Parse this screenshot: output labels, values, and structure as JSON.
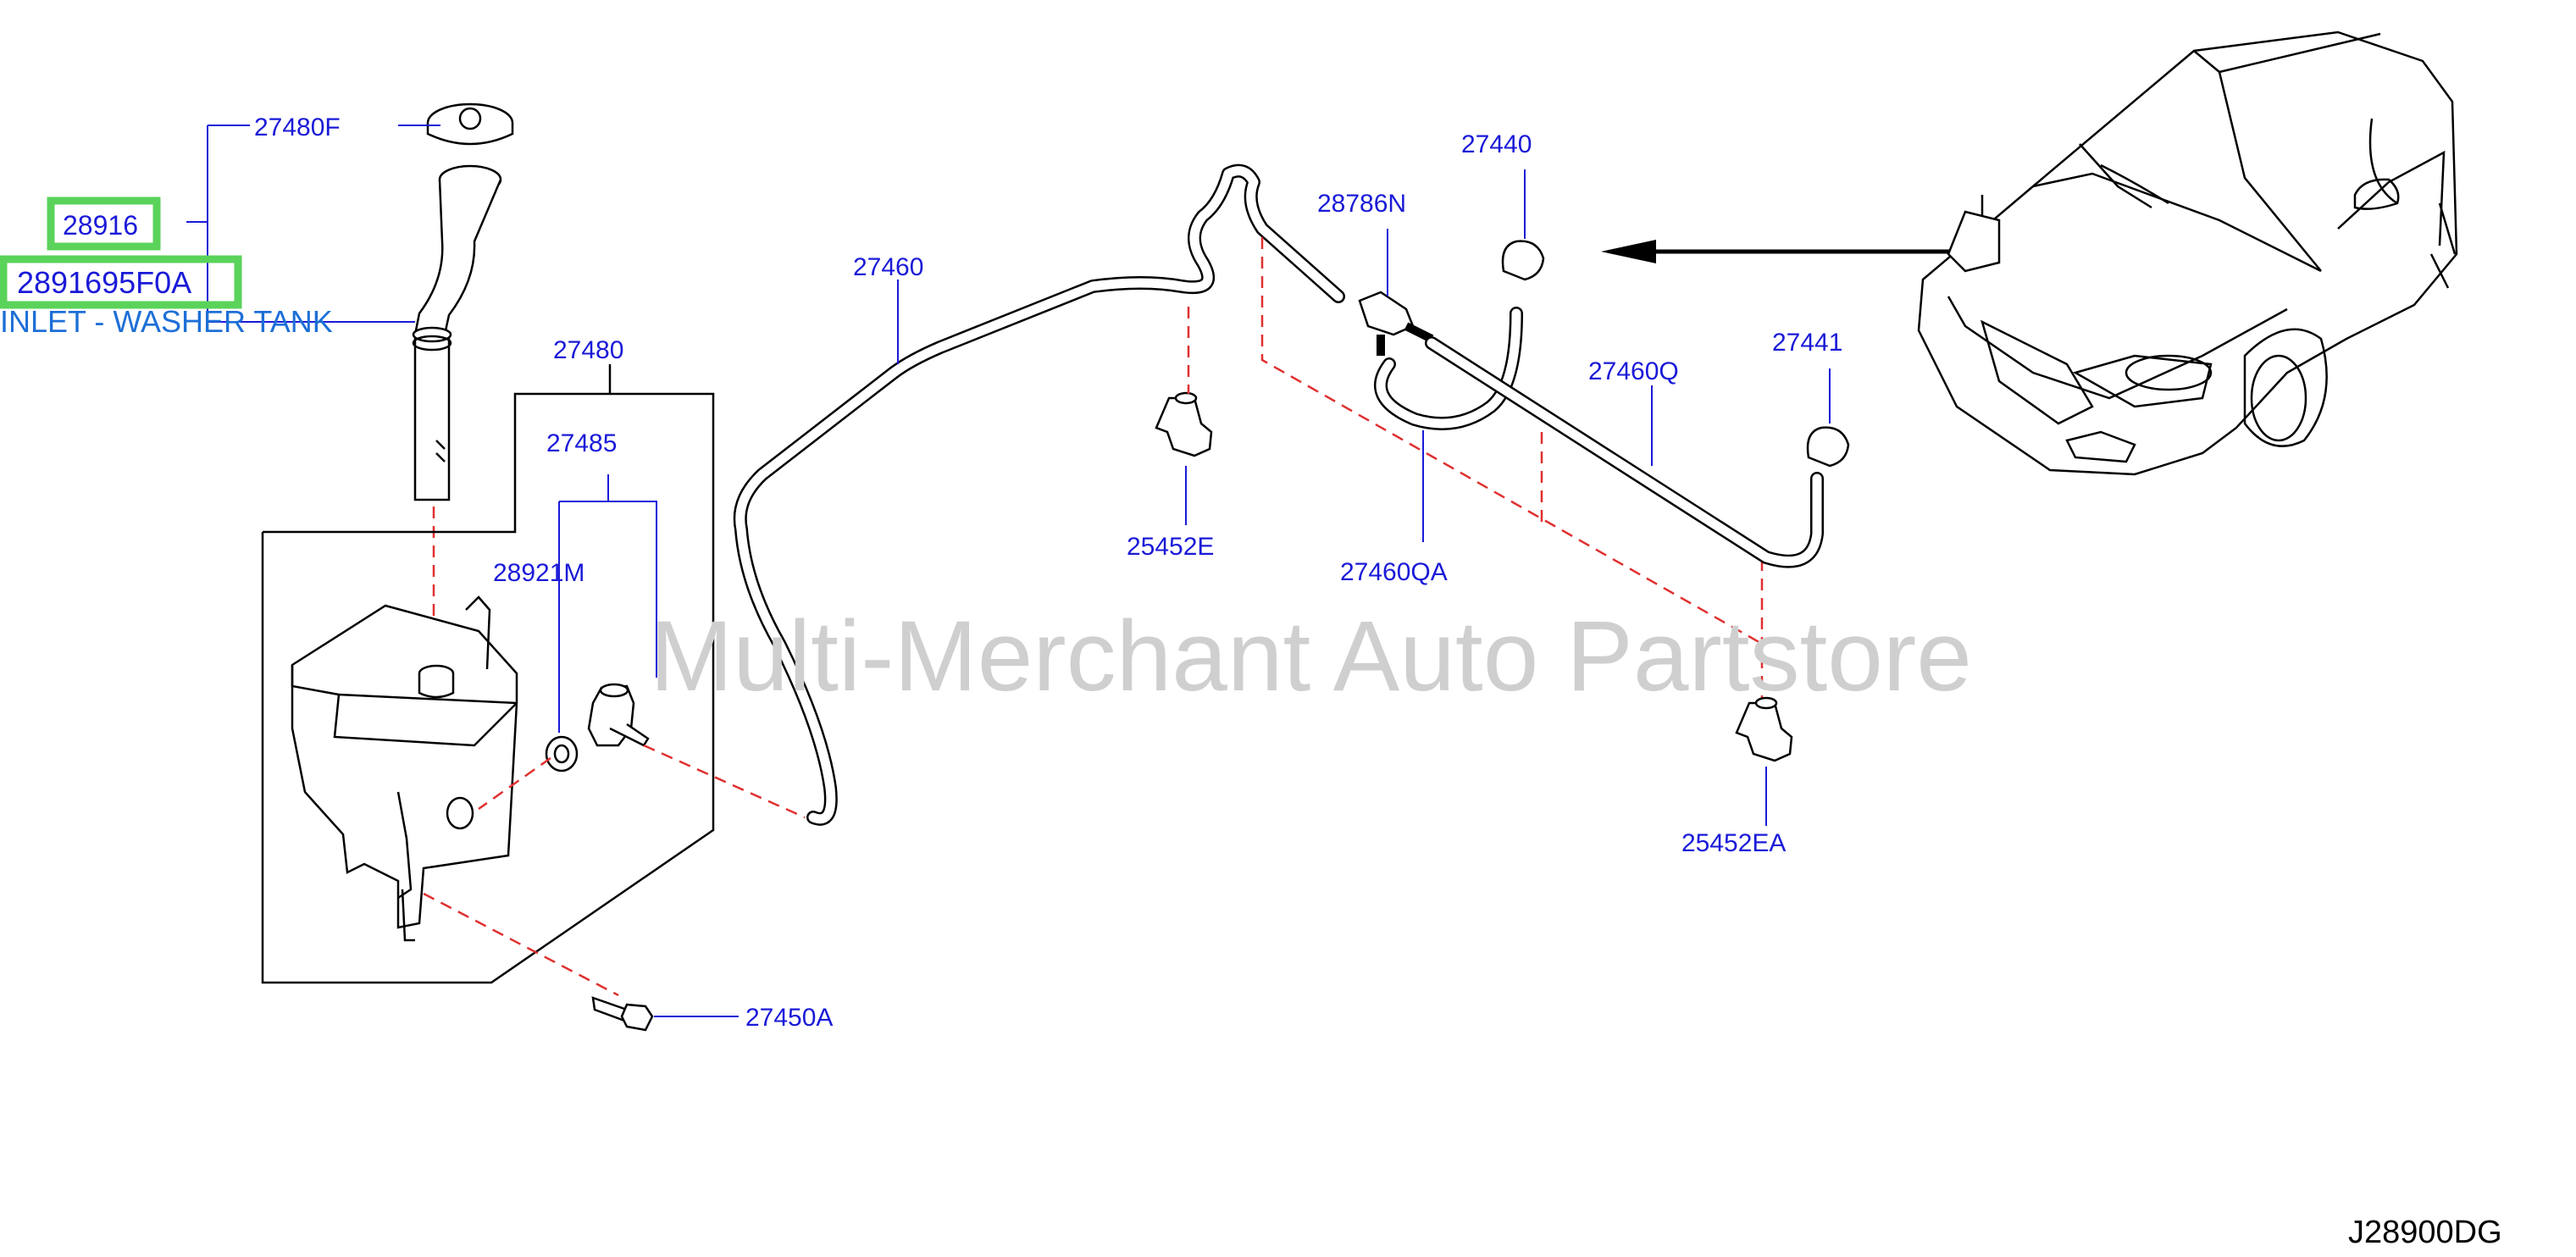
{
  "diagram_code": "J28900DG",
  "watermark": "Multi-Merchant Auto Partstore",
  "highlight": {
    "part_number": "28916",
    "full_number": "2891695F0A",
    "description": "INLET - WASHER TANK",
    "color": "#5ad35a"
  },
  "parts": {
    "p27480F": "27480F",
    "p27480": "27480",
    "p27485": "27485",
    "p28921M": "28921M",
    "p27450A": "27450A",
    "p27460": "27460",
    "p25452E": "25452E",
    "p28786N": "28786N",
    "p27440": "27440",
    "p27460QA": "27460QA",
    "p27460Q": "27460Q",
    "p27441": "27441",
    "p25452EA": "25452EA"
  },
  "colors": {
    "label": "#1a1ad8",
    "dashed_leader": "#e03030",
    "watermark": "#cfcfcf"
  }
}
